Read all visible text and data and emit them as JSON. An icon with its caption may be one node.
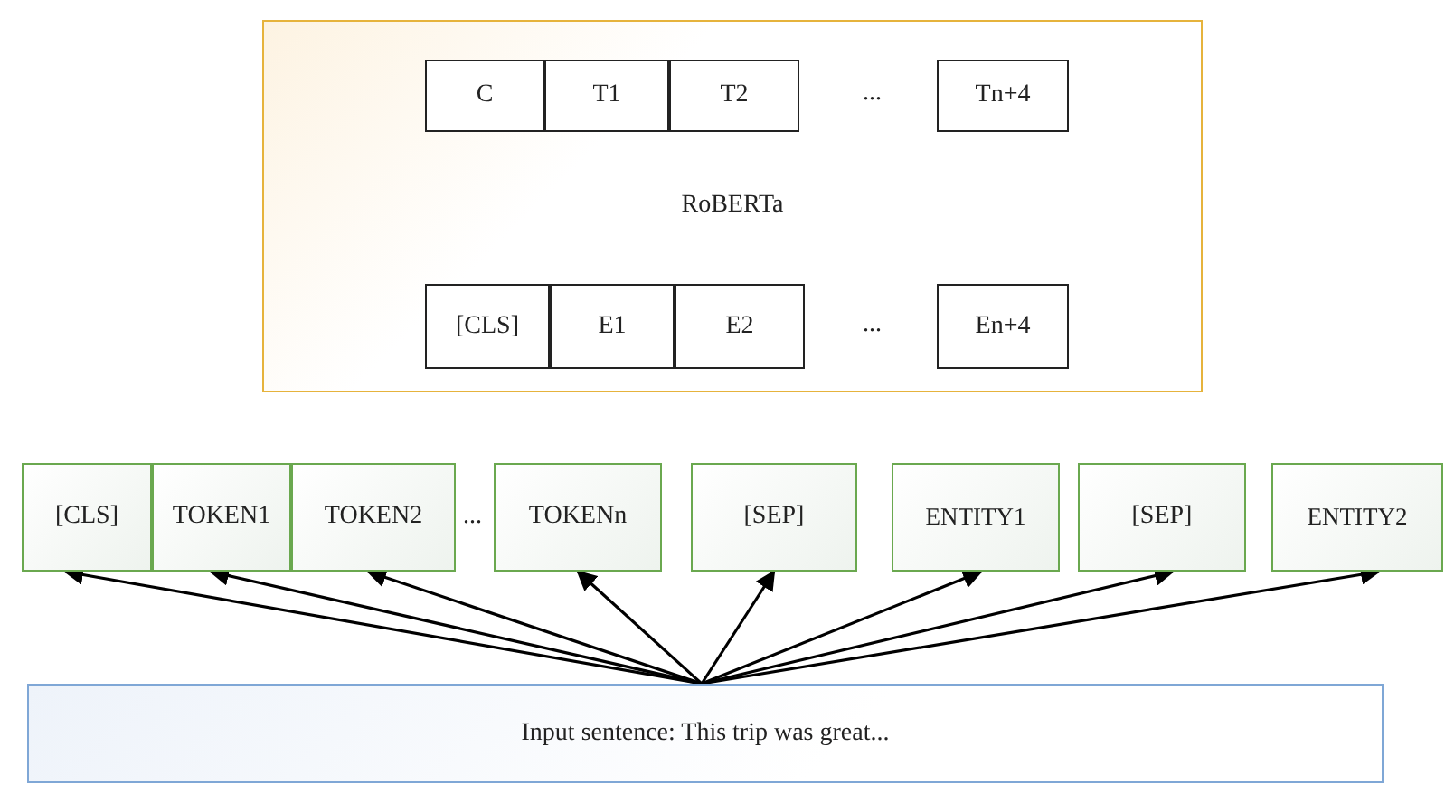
{
  "diagram": {
    "nodes": [
      {
        "text": [
          "RoBERTa"
        ]
      },
      {
        "text": [
          "C"
        ],
        "in": 0
      },
      {
        "text": [
          "T1"
        ],
        "in": 0
      },
      {
        "text": [
          "T2"
        ],
        "in": 0
      },
      {
        "text": [
          "Tn+4"
        ],
        "in": 0
      },
      {
        "text": [
          "[CLS]"
        ],
        "in": 0
      },
      {
        "text": [
          "E1"
        ],
        "in": 0
      },
      {
        "text": [
          "E2"
        ],
        "in": 0
      },
      {
        "text": [
          "En+4"
        ],
        "in": 0
      },
      {
        "text": [
          "[CLS]"
        ]
      },
      {
        "text": [
          "TOKEN1"
        ]
      },
      {
        "text": [
          "TOKEN2"
        ]
      },
      {
        "text": [
          "TOKENn"
        ]
      },
      {
        "text": [
          "[SEP]"
        ]
      },
      {
        "text": [
          "ENTITY1"
        ]
      },
      {
        "text": [
          "[SEP]"
        ]
      },
      {
        "text": [
          "ENTITY2"
        ]
      },
      {
        "text": [
          "Input sentence: This trip was great..."
        ]
      }
    ],
    "edges": [
      {
        "from": 17,
        "to": 9,
        "arrow": "to"
      },
      {
        "from": 17,
        "to": 10,
        "arrow": "to"
      },
      {
        "from": 17,
        "to": 11,
        "arrow": "to"
      },
      {
        "from": 17,
        "to": 12,
        "arrow": "to"
      },
      {
        "from": 17,
        "to": 13,
        "arrow": "to"
      },
      {
        "from": 17,
        "to": 14,
        "arrow": "to"
      },
      {
        "from": 17,
        "to": 15,
        "arrow": "to"
      },
      {
        "from": 17,
        "to": 16,
        "arrow": "to"
      }
    ],
    "labels": [
      "...",
      "...",
      "..."
    ]
  }
}
